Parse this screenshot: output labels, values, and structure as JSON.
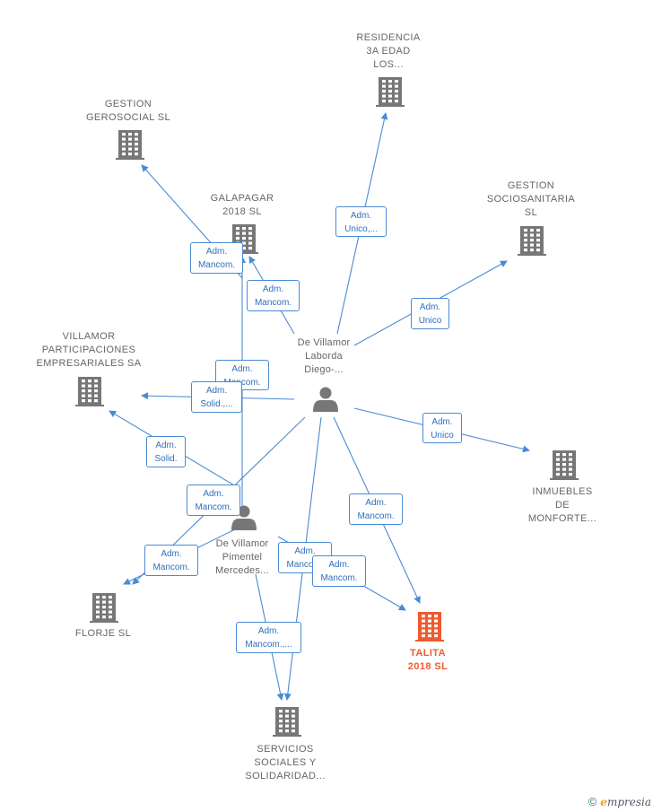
{
  "nodes": {
    "residencia": {
      "lines": [
        "RESIDENCIA",
        "3A EDAD",
        "LOS..."
      ],
      "icon": "building-icon"
    },
    "gestion_gerosocial": {
      "lines": [
        "GESTION",
        "GEROSOCIAL SL"
      ],
      "icon": "building-icon"
    },
    "galapagar": {
      "lines": [
        "GALAPAGAR",
        "2018  SL"
      ],
      "icon": "building-icon"
    },
    "gestion_sociosanitaria": {
      "lines": [
        "GESTION",
        "SOCIOSANITARIA",
        "SL"
      ],
      "icon": "building-icon"
    },
    "villamor_participaciones": {
      "lines": [
        "VILLAMOR",
        "PARTICIPACIONES",
        "EMPRESARIALES SA"
      ],
      "icon": "building-icon"
    },
    "inmuebles": {
      "lines": [
        "INMUEBLES",
        "DE",
        "MONFORTE..."
      ],
      "icon": "building-icon"
    },
    "florje": {
      "lines": [
        "FLORJE SL"
      ],
      "icon": "building-icon"
    },
    "talita": {
      "lines": [
        "TALITA",
        "2018  SL"
      ],
      "icon": "building-icon",
      "highlight": "#ef5a2e"
    },
    "servicios_sociales": {
      "lines": [
        "SERVICIOS",
        "SOCIALES Y",
        "SOLIDARIDAD..."
      ],
      "icon": "building-icon"
    },
    "person_diego": {
      "lines": [
        "De Villamor",
        "Laborda",
        "Diego-..."
      ],
      "icon": "person-icon"
    },
    "person_mercedes": {
      "lines": [
        "De Villamor",
        "Pimentel",
        "Mercedes..."
      ],
      "icon": "person-icon"
    }
  },
  "edges": [
    {
      "id": "e1",
      "lines": [
        "Adm.",
        "Unico,..."
      ]
    },
    {
      "id": "e2",
      "lines": [
        "Adm.",
        "Mancom."
      ]
    },
    {
      "id": "e3",
      "lines": [
        "Adm.",
        "Mancom."
      ]
    },
    {
      "id": "e4",
      "lines": [
        "Adm.",
        "Unico"
      ]
    },
    {
      "id": "e5",
      "lines": [
        "Adm.",
        "Mancom."
      ]
    },
    {
      "id": "e6",
      "lines": [
        "Adm.",
        "Solid.,..."
      ]
    },
    {
      "id": "e7",
      "lines": [
        "Adm.",
        "Unico"
      ]
    },
    {
      "id": "e8",
      "lines": [
        "Adm.",
        "Solid."
      ]
    },
    {
      "id": "e9",
      "lines": [
        "Adm.",
        "Mancom."
      ]
    },
    {
      "id": "e10",
      "lines": [
        "Adm.",
        "Mancom."
      ]
    },
    {
      "id": "e11",
      "lines": [
        "Adm.",
        "Mancom."
      ]
    },
    {
      "id": "e12",
      "lines": [
        "Adm.",
        "Mancom."
      ]
    },
    {
      "id": "e13",
      "lines": [
        "Adm.",
        "Mancom."
      ]
    },
    {
      "id": "e14",
      "lines": [
        "Adm.",
        "Mancom.,..."
      ]
    }
  ],
  "colors": {
    "edge": "#4a8ad4",
    "node": "#777777",
    "focus": "#ef5a2e"
  },
  "footer": {
    "copyright": "©",
    "brand_initial": "e",
    "brand_rest": "mpresia"
  }
}
